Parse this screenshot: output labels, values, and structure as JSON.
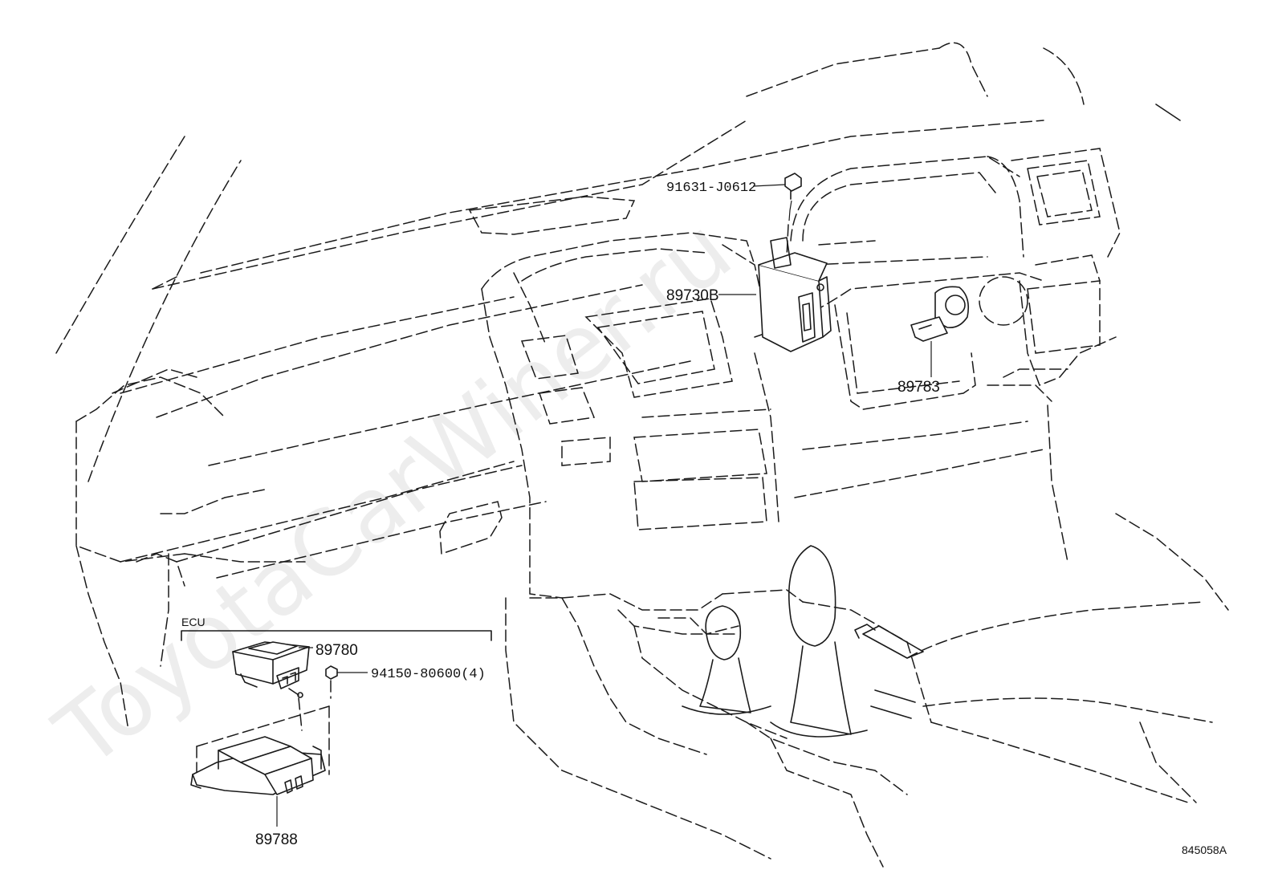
{
  "watermark": "ToyotaCarWiner.ru",
  "figure_code": "845058A",
  "group_label": "ECU",
  "parts": [
    {
      "id": "screw",
      "number": "91631-J0612"
    },
    {
      "id": "module",
      "number": "89730B"
    },
    {
      "id": "key_cylinder",
      "number": "89783"
    },
    {
      "id": "ecu",
      "number": "89780"
    },
    {
      "id": "nut",
      "number": "94150-80600(4)"
    },
    {
      "id": "bracket",
      "number": "89788"
    }
  ]
}
